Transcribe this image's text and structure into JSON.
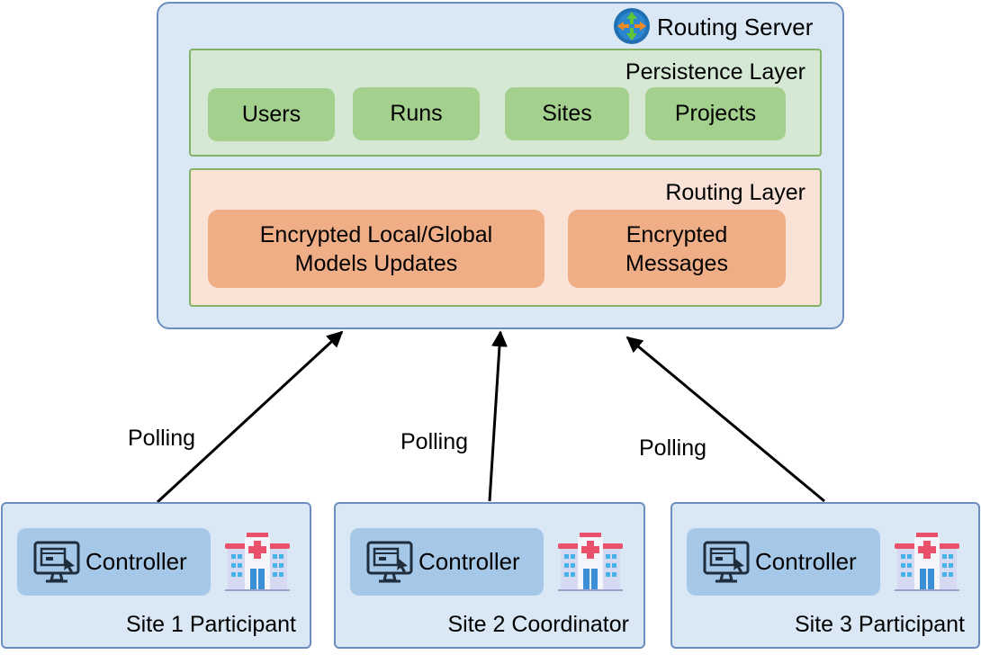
{
  "server": {
    "title": "Routing Server",
    "icon": "routing-server-icon",
    "persistence_layer": {
      "title": "Persistence Layer",
      "items": [
        "Users",
        "Runs",
        "Sites",
        "Projects"
      ]
    },
    "routing_layer": {
      "title": "Routing Layer",
      "items": [
        "Encrypted Local/Global\nModels Updates",
        "Encrypted\nMessages"
      ]
    }
  },
  "connections": [
    {
      "label": "Polling"
    },
    {
      "label": "Polling"
    },
    {
      "label": "Polling"
    }
  ],
  "sites": [
    {
      "name": "Site 1 Participant",
      "controller": "Controller"
    },
    {
      "name": "Site 2 Coordinator",
      "controller": "Controller"
    },
    {
      "name": "Site 3 Participant",
      "controller": "Controller"
    }
  ],
  "colors": {
    "server_fill": "#dae8f5",
    "server_border": "#6c8ebf",
    "persistence_fill": "#d5e8d4",
    "persistence_item": "#a4d08e",
    "routing_fill": "#fae2d6",
    "routing_item": "#f0ae86",
    "controller_fill": "#a6c8e8"
  }
}
